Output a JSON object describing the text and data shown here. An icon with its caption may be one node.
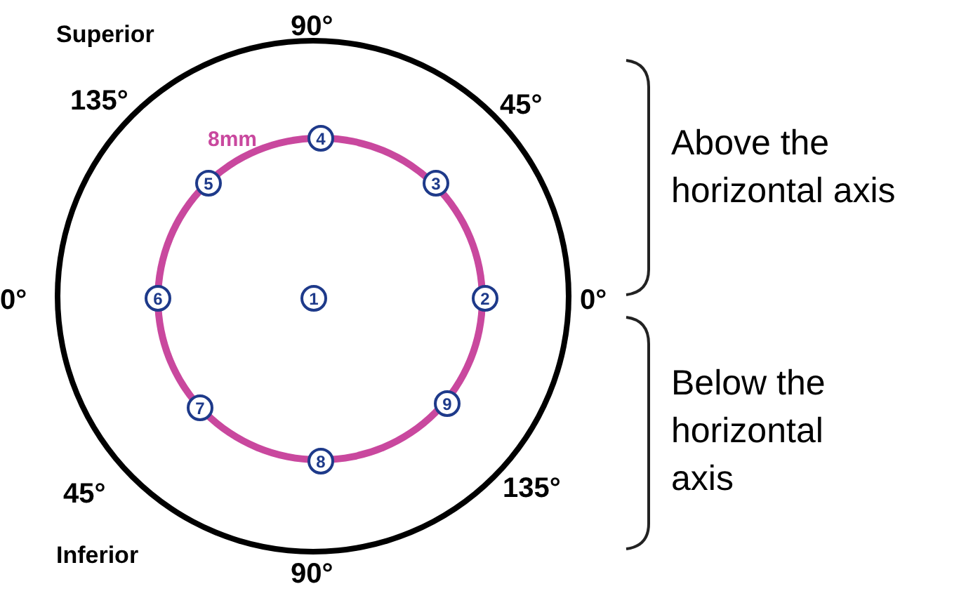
{
  "diagram": {
    "nodes": [
      {
        "text": [],
        "shape": "circle"
      },
      {
        "text": [],
        "shape": "circle",
        "in": 0,
        "beside": [
          "8mm"
        ]
      },
      {
        "text": [
          "1"
        ],
        "in": 1
      },
      {
        "text": [
          "2"
        ],
        "in": 0
      },
      {
        "text": [
          "3"
        ],
        "in": 1
      },
      {
        "text": [
          "4"
        ],
        "in": 0
      },
      {
        "text": [
          "5"
        ],
        "in": 1
      },
      {
        "text": [
          "6"
        ],
        "in": 0
      },
      {
        "text": [
          "7"
        ],
        "in": 1
      },
      {
        "text": [
          "8"
        ],
        "in": 0
      },
      {
        "text": [
          "9"
        ],
        "in": 1
      }
    ],
    "labels": [
      "Superior",
      "90°",
      "135°",
      "45°",
      "Above the horizontal axis",
      "0°",
      "0°",
      "Below the horizontal axis",
      "45°",
      "135°",
      "Inferior",
      "90°"
    ]
  }
}
